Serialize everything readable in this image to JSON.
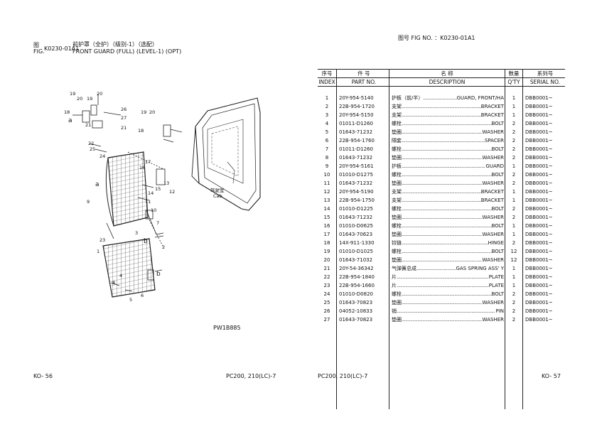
{
  "left_page": {
    "fig_cn": "图",
    "fig_en": "FIG.",
    "fig_no": "K0230-01A1",
    "title_cn": "前护罩（全护）（级别-1）（选配）",
    "title_en": "FRONT GUARD (FULL) (LEVEL-1) (OPT)",
    "drawing_code": "PW1B885",
    "cab_cn": "驾驶室",
    "cab_en": "Cab",
    "footer_left": "KO- 56",
    "footer_right": "PC200, 210(LC)-7",
    "callouts": [
      "19",
      "20",
      "19",
      "20",
      "18",
      "a",
      "21",
      "26",
      "27",
      "21",
      "19",
      "18",
      "20",
      "22",
      "25",
      "24",
      "17",
      "16",
      "a",
      "14",
      "15",
      "13",
      "12",
      "9",
      "11",
      "10",
      "23",
      "b",
      "3",
      "7",
      "2",
      "1",
      "b",
      "4",
      "6",
      "5",
      "8"
    ]
  },
  "right_page": {
    "fig_label": "图号  FIG NO.  ：K0230-01A1",
    "header": {
      "index_cn": "序号",
      "index_en": "INDEX",
      "part_cn": "件        号",
      "part_en": "PART NO.",
      "desc_cn": "名        称",
      "desc_en": "DESCRIPTION",
      "qty_cn": "数量",
      "qty_en": "Q'TY",
      "serial_cn": "系列号",
      "serial_en": "SERIAL NO."
    },
    "rows": [
      {
        "index": "1",
        "part": "20Y-954-5140",
        "cn": "护板（前/半）",
        "en": "GUARD, FRONT/HA",
        "qty": "1",
        "serial": "DBB0001~"
      },
      {
        "index": "2",
        "part": "22B-954-1720",
        "cn": "支架",
        "en": "BRACKET",
        "qty": "1",
        "serial": "DBB0001~"
      },
      {
        "index": "3",
        "part": "20Y-954-5150",
        "cn": "支架",
        "en": "BRACKET",
        "qty": "1",
        "serial": "DBB0001~"
      },
      {
        "index": "4",
        "part": "01011-D1260",
        "cn": "螺栓",
        "en": "BOLT",
        "qty": "2",
        "serial": "DBB0001~"
      },
      {
        "index": "5",
        "part": "01643-71232",
        "cn": "垫圈",
        "en": "WASHER",
        "qty": "2",
        "serial": "DBB0001~"
      },
      {
        "index": "6",
        "part": "22B-954-1760",
        "cn": "隔套",
        "en": "SPACER",
        "qty": "2",
        "serial": "DBB0001~"
      },
      {
        "index": "7",
        "part": "01011-D1260",
        "cn": "螺栓",
        "en": "BOLT",
        "qty": "2",
        "serial": "DBB0001~"
      },
      {
        "index": "8",
        "part": "01643-71232",
        "cn": "垫圈",
        "en": "WASHER",
        "qty": "2",
        "serial": "DBB0001~"
      },
      {
        "index": "9",
        "part": "20Y-954-5161",
        "cn": "护板",
        "en": "GUARD",
        "qty": "1",
        "serial": "DBB0001~"
      },
      {
        "index": "10",
        "part": "01010-D1275",
        "cn": "螺栓",
        "en": "BOLT",
        "qty": "2",
        "serial": "DBB0001~"
      },
      {
        "index": "11",
        "part": "01643-71232",
        "cn": "垫圈",
        "en": "WASHER",
        "qty": "2",
        "serial": "DBB0001~"
      },
      {
        "index": "12",
        "part": "20Y-954-5190",
        "cn": "支架",
        "en": "BRACKET",
        "qty": "1",
        "serial": "DBB0001~"
      },
      {
        "index": "13",
        "part": "22B-954-1750",
        "cn": "支架",
        "en": "BRACKET",
        "qty": "1",
        "serial": "DBB0001~"
      },
      {
        "index": "14",
        "part": "01010-D1225",
        "cn": "螺栓",
        "en": "BOLT",
        "qty": "2",
        "serial": "DBB0001~"
      },
      {
        "index": "15",
        "part": "01643-71232",
        "cn": "垫圈",
        "en": "WASHER",
        "qty": "2",
        "serial": "DBB0001~"
      },
      {
        "index": "16",
        "part": "01010-D0625",
        "cn": "螺栓",
        "en": "BOLT",
        "qty": "1",
        "serial": "DBB0001~"
      },
      {
        "index": "17",
        "part": "01643-70623",
        "cn": "垫圈",
        "en": "WASHER",
        "qty": "1",
        "serial": "DBB0001~"
      },
      {
        "index": "18",
        "part": "14X-911-1330",
        "cn": "铰链",
        "en": "HINGE",
        "qty": "2",
        "serial": "DBB0001~"
      },
      {
        "index": "19",
        "part": "01010-D1025",
        "cn": "螺栓",
        "en": "BOLT",
        "qty": "12",
        "serial": "DBB0001~"
      },
      {
        "index": "20",
        "part": "01643-71032",
        "cn": "垫圈",
        "en": "WASHER",
        "qty": "12",
        "serial": "DBB0001~"
      },
      {
        "index": "21",
        "part": "20Y-54-36342",
        "cn": "气弹簧总成",
        "en": "GAS SPRING ASS' Y",
        "qty": "1",
        "serial": "DBB0001~"
      },
      {
        "index": "22",
        "part": "22B-954-1840",
        "cn": "片",
        "en": "PLATE",
        "qty": "1",
        "serial": "DBB0001~"
      },
      {
        "index": "23",
        "part": "22B-954-1660",
        "cn": "片",
        "en": "PLATE",
        "qty": "1",
        "serial": "DBB0001~"
      },
      {
        "index": "24",
        "part": "01010-D0820",
        "cn": "螺栓",
        "en": "BOLT",
        "qty": "2",
        "serial": "DBB0001~"
      },
      {
        "index": "25",
        "part": "01643-70823",
        "cn": "垫圈",
        "en": "WASHER",
        "qty": "2",
        "serial": "DBB0001~"
      },
      {
        "index": "26",
        "part": "04052-10833",
        "cn": "销",
        "en": "PIN",
        "qty": "2",
        "serial": "DBB0001~"
      },
      {
        "index": "27",
        "part": "01643-70823",
        "cn": "垫圈",
        "en": "WASHER",
        "qty": "2",
        "serial": "DBB0001~"
      }
    ],
    "footer_left": "PC200, 210(LC)-7",
    "footer_right": "KO- 57"
  }
}
